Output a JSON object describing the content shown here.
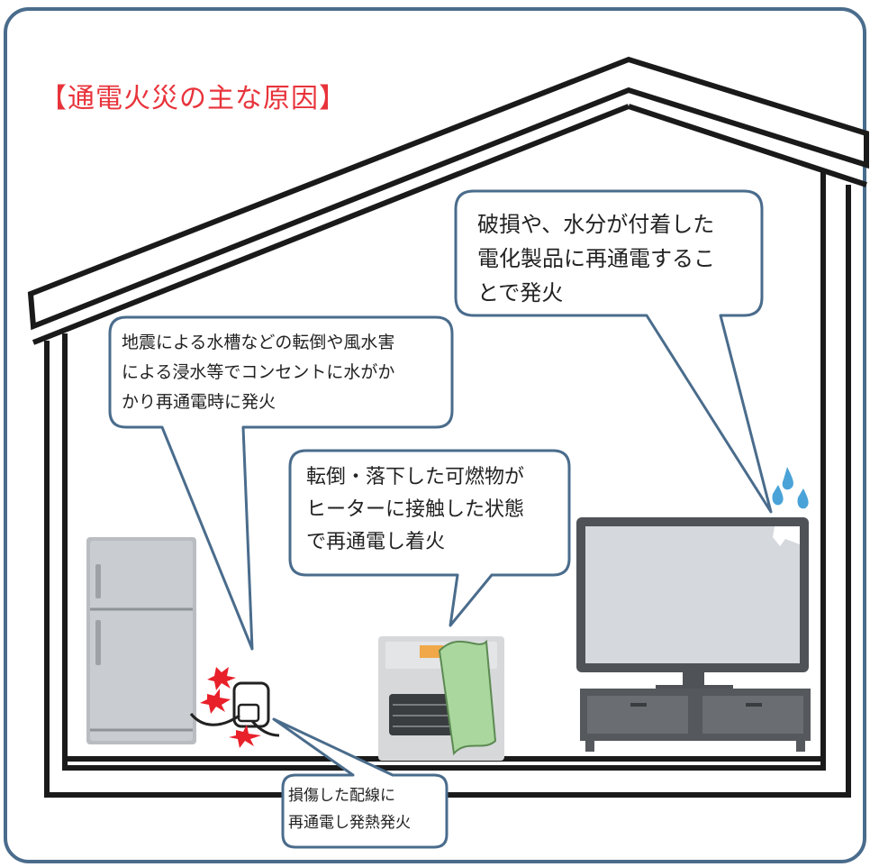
{
  "title": "【通電火災の主な原因】",
  "bubbles": {
    "water": {
      "lines": [
        "地震による水槽などの転倒や風水害",
        "による浸水等でコンセントに水がか",
        "かり再通電時に発火"
      ]
    },
    "tv": {
      "lines": [
        "破損や、水分が付着した",
        "電化製品に再通電するこ",
        "とで発火"
      ]
    },
    "heater": {
      "lines": [
        "転倒・落下した可燃物が",
        "ヒーターに接触した状態",
        "で再通電し着火"
      ]
    },
    "wire": {
      "lines": [
        "損傷した配線に",
        "再通電し発熱発火"
      ]
    }
  },
  "colors": {
    "frame_border": "#4a6c8c",
    "title_red": "#e8333b",
    "bubble_border": "#4a6c8c",
    "bubble_fill": "#ffffff",
    "house_line": "#1a1a1a",
    "spark_red": "#e8202a",
    "water_drop": "#4aa3d8",
    "paper_green": "#a9d79e"
  },
  "icons": [
    "refrigerator-icon",
    "outlet-icon",
    "spark-icon",
    "heater-icon",
    "paper-icon",
    "tv-icon",
    "water-drop-icon"
  ]
}
